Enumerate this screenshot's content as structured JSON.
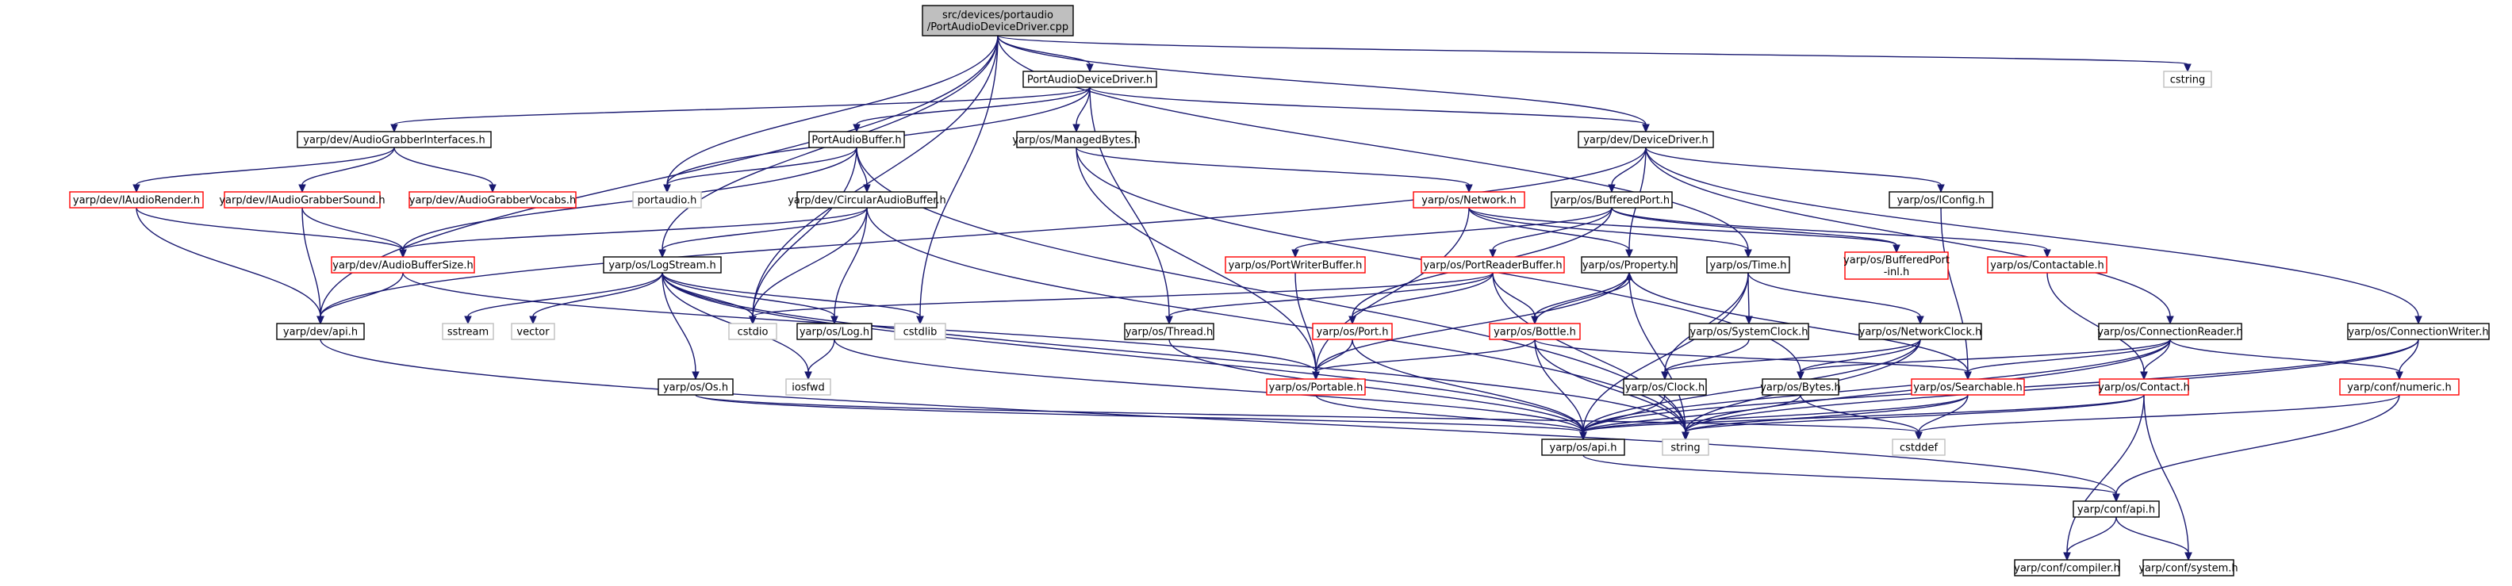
{
  "graph": {
    "title": "src/devices/portaudio/PortAudioDeviceDriver.cpp include dependency graph",
    "colors": {
      "edge": "#191970",
      "node_black": "#000000",
      "node_red": "#ff0000",
      "node_gray": "#bfbfbf",
      "root_fill": "#bfbfbf"
    },
    "nodes": [
      {
        "id": "root",
        "lines": [
          "src/devices/portaudio",
          "/PortAudioDeviceDriver.cpp"
        ],
        "style": "root"
      },
      {
        "id": "padh",
        "lines": [
          "PortAudioDeviceDriver.h"
        ],
        "style": "black"
      },
      {
        "id": "cstring",
        "lines": [
          "cstring"
        ],
        "style": "gray"
      },
      {
        "id": "agi",
        "lines": [
          "yarp/dev/AudioGrabberInterfaces.h"
        ],
        "style": "black"
      },
      {
        "id": "pab",
        "lines": [
          "PortAudioBuffer.h"
        ],
        "style": "black"
      },
      {
        "id": "mb",
        "lines": [
          "yarp/os/ManagedBytes.h"
        ],
        "style": "black"
      },
      {
        "id": "dd",
        "lines": [
          "yarp/dev/DeviceDriver.h"
        ],
        "style": "black"
      },
      {
        "id": "iar",
        "lines": [
          "yarp/dev/IAudioRender.h"
        ],
        "style": "red"
      },
      {
        "id": "iags",
        "lines": [
          "yarp/dev/IAudioGrabberSound.h"
        ],
        "style": "red"
      },
      {
        "id": "agv",
        "lines": [
          "yarp/dev/AudioGrabberVocabs.h"
        ],
        "style": "red"
      },
      {
        "id": "portaudio",
        "lines": [
          "portaudio.h"
        ],
        "style": "gray"
      },
      {
        "id": "cab",
        "lines": [
          "yarp/dev/CircularAudioBuffer.h"
        ],
        "style": "black"
      },
      {
        "id": "net",
        "lines": [
          "yarp/os/Network.h"
        ],
        "style": "red"
      },
      {
        "id": "bp",
        "lines": [
          "yarp/os/BufferedPort.h"
        ],
        "style": "black"
      },
      {
        "id": "iconfig",
        "lines": [
          "yarp/os/IConfig.h"
        ],
        "style": "black"
      },
      {
        "id": "abs",
        "lines": [
          "yarp/dev/AudioBufferSize.h"
        ],
        "style": "red"
      },
      {
        "id": "ls",
        "lines": [
          "yarp/os/LogStream.h"
        ],
        "style": "black"
      },
      {
        "id": "pwb",
        "lines": [
          "yarp/os/PortWriterBuffer.h"
        ],
        "style": "red"
      },
      {
        "id": "prb",
        "lines": [
          "yarp/os/PortReaderBuffer.h"
        ],
        "style": "red"
      },
      {
        "id": "prop",
        "lines": [
          "yarp/os/Property.h"
        ],
        "style": "black"
      },
      {
        "id": "time",
        "lines": [
          "yarp/os/Time.h"
        ],
        "style": "black"
      },
      {
        "id": "bpinl",
        "lines": [
          "yarp/os/BufferedPort",
          "-inl.h"
        ],
        "style": "red"
      },
      {
        "id": "contactable",
        "lines": [
          "yarp/os/Contactable.h"
        ],
        "style": "red"
      },
      {
        "id": "devapi",
        "lines": [
          "yarp/dev/api.h"
        ],
        "style": "black"
      },
      {
        "id": "sstream",
        "lines": [
          "sstream"
        ],
        "style": "gray"
      },
      {
        "id": "vector",
        "lines": [
          "vector"
        ],
        "style": "gray"
      },
      {
        "id": "cstdio",
        "lines": [
          "cstdio"
        ],
        "style": "gray"
      },
      {
        "id": "log",
        "lines": [
          "yarp/os/Log.h"
        ],
        "style": "black"
      },
      {
        "id": "cstdlib",
        "lines": [
          "cstdlib"
        ],
        "style": "gray"
      },
      {
        "id": "thread",
        "lines": [
          "yarp/os/Thread.h"
        ],
        "style": "black"
      },
      {
        "id": "port",
        "lines": [
          "yarp/os/Port.h"
        ],
        "style": "red"
      },
      {
        "id": "bottle",
        "lines": [
          "yarp/os/Bottle.h"
        ],
        "style": "red"
      },
      {
        "id": "sysclock",
        "lines": [
          "yarp/os/SystemClock.h"
        ],
        "style": "black"
      },
      {
        "id": "netclock",
        "lines": [
          "yarp/os/NetworkClock.h"
        ],
        "style": "black"
      },
      {
        "id": "connreader",
        "lines": [
          "yarp/os/ConnectionReader.h"
        ],
        "style": "black"
      },
      {
        "id": "connwriter",
        "lines": [
          "yarp/os/ConnectionWriter.h"
        ],
        "style": "black"
      },
      {
        "id": "iosfwd",
        "lines": [
          "iosfwd"
        ],
        "style": "gray"
      },
      {
        "id": "portable",
        "lines": [
          "yarp/os/Portable.h"
        ],
        "style": "red"
      },
      {
        "id": "os",
        "lines": [
          "yarp/os/Os.h"
        ],
        "style": "black"
      },
      {
        "id": "clock",
        "lines": [
          "yarp/os/Clock.h"
        ],
        "style": "black"
      },
      {
        "id": "bytes",
        "lines": [
          "yarp/os/Bytes.h"
        ],
        "style": "black"
      },
      {
        "id": "searchable",
        "lines": [
          "yarp/os/Searchable.h"
        ],
        "style": "red"
      },
      {
        "id": "contact",
        "lines": [
          "yarp/os/Contact.h"
        ],
        "style": "red"
      },
      {
        "id": "numeric",
        "lines": [
          "yarp/conf/numeric.h"
        ],
        "style": "red"
      },
      {
        "id": "osapi",
        "lines": [
          "yarp/os/api.h"
        ],
        "style": "black"
      },
      {
        "id": "string",
        "lines": [
          "string"
        ],
        "style": "gray"
      },
      {
        "id": "cstddef",
        "lines": [
          "cstddef"
        ],
        "style": "gray"
      },
      {
        "id": "confapi",
        "lines": [
          "yarp/conf/api.h"
        ],
        "style": "black"
      },
      {
        "id": "compiler",
        "lines": [
          "yarp/conf/compiler.h"
        ],
        "style": "black"
      },
      {
        "id": "system",
        "lines": [
          "yarp/conf/system.h"
        ],
        "style": "black"
      }
    ],
    "edges": [
      [
        "root",
        "padh"
      ],
      [
        "root",
        "cstring"
      ],
      [
        "root",
        "dd"
      ],
      [
        "root",
        "ls"
      ],
      [
        "root",
        "portaudio"
      ],
      [
        "root",
        "devapi"
      ],
      [
        "root",
        "cstdio"
      ],
      [
        "root",
        "cstdlib"
      ],
      [
        "root",
        "time"
      ],
      [
        "padh",
        "agi"
      ],
      [
        "padh",
        "pab"
      ],
      [
        "padh",
        "mb"
      ],
      [
        "padh",
        "dd"
      ],
      [
        "padh",
        "portaudio"
      ],
      [
        "padh",
        "thread"
      ],
      [
        "agi",
        "iar"
      ],
      [
        "agi",
        "iags"
      ],
      [
        "agi",
        "agv"
      ],
      [
        "iar",
        "abs"
      ],
      [
        "iar",
        "devapi"
      ],
      [
        "iags",
        "abs"
      ],
      [
        "iags",
        "devapi"
      ],
      [
        "pab",
        "portaudio"
      ],
      [
        "pab",
        "cab"
      ],
      [
        "pab",
        "abs"
      ],
      [
        "pab",
        "cstdio"
      ],
      [
        "pab",
        "string"
      ],
      [
        "mb",
        "net"
      ],
      [
        "mb",
        "portable"
      ],
      [
        "mb",
        "bytes"
      ],
      [
        "dd",
        "bp"
      ],
      [
        "dd",
        "iconfig"
      ],
      [
        "dd",
        "prop"
      ],
      [
        "dd",
        "connreader"
      ],
      [
        "dd",
        "connwriter"
      ],
      [
        "dd",
        "devapi"
      ],
      [
        "cab",
        "abs"
      ],
      [
        "cab",
        "ls"
      ],
      [
        "cab",
        "log"
      ],
      [
        "cab",
        "cstdio"
      ],
      [
        "cab",
        "string"
      ],
      [
        "abs",
        "devapi"
      ],
      [
        "abs",
        "portable"
      ],
      [
        "net",
        "prop"
      ],
      [
        "net",
        "time"
      ],
      [
        "net",
        "bpinl"
      ],
      [
        "net",
        "portable"
      ],
      [
        "bp",
        "pwb"
      ],
      [
        "bp",
        "prb"
      ],
      [
        "bp",
        "port"
      ],
      [
        "bp",
        "bpinl"
      ],
      [
        "bp",
        "contactable"
      ],
      [
        "iconfig",
        "searchable"
      ],
      [
        "ls",
        "sstream"
      ],
      [
        "ls",
        "vector"
      ],
      [
        "ls",
        "cstdio"
      ],
      [
        "ls",
        "log"
      ],
      [
        "ls",
        "cstdlib"
      ],
      [
        "ls",
        "iosfwd"
      ],
      [
        "ls",
        "os"
      ],
      [
        "ls",
        "osapi"
      ],
      [
        "ls",
        "string"
      ],
      [
        "pwb",
        "portable"
      ],
      [
        "prb",
        "thread"
      ],
      [
        "prb",
        "port"
      ],
      [
        "prb",
        "bottle"
      ],
      [
        "prb",
        "cstdio"
      ],
      [
        "prb",
        "string"
      ],
      [
        "prop",
        "bottle"
      ],
      [
        "prop",
        "searchable"
      ],
      [
        "prop",
        "portable"
      ],
      [
        "prop",
        "string"
      ],
      [
        "time",
        "sysclock"
      ],
      [
        "time",
        "netclock"
      ],
      [
        "time",
        "clock"
      ],
      [
        "time",
        "osapi"
      ],
      [
        "contactable",
        "contact"
      ],
      [
        "devapi",
        "confapi"
      ],
      [
        "log",
        "iosfwd"
      ],
      [
        "log",
        "osapi"
      ],
      [
        "thread",
        "osapi"
      ],
      [
        "port",
        "portable"
      ],
      [
        "port",
        "osapi"
      ],
      [
        "bottle",
        "prop"
      ],
      [
        "bottle",
        "portable"
      ],
      [
        "bottle",
        "searchable"
      ],
      [
        "bottle",
        "osapi"
      ],
      [
        "bottle",
        "string"
      ],
      [
        "sysclock",
        "clock"
      ],
      [
        "netclock",
        "clock"
      ],
      [
        "netclock",
        "bytes"
      ],
      [
        "netclock",
        "osapi"
      ],
      [
        "netclock",
        "string"
      ],
      [
        "connreader",
        "contact"
      ],
      [
        "connreader",
        "searchable"
      ],
      [
        "connreader",
        "numeric"
      ],
      [
        "connreader",
        "osapi"
      ],
      [
        "connreader",
        "bytes"
      ],
      [
        "connreader",
        "string"
      ],
      [
        "connwriter",
        "numeric"
      ],
      [
        "connwriter",
        "osapi"
      ],
      [
        "connwriter",
        "string"
      ],
      [
        "portable",
        "osapi"
      ],
      [
        "os",
        "osapi"
      ],
      [
        "os",
        "cstddef"
      ],
      [
        "clock",
        "osapi"
      ],
      [
        "bytes",
        "cstddef"
      ],
      [
        "bytes",
        "osapi"
      ],
      [
        "searchable",
        "osapi"
      ],
      [
        "searchable",
        "string"
      ],
      [
        "searchable",
        "cstddef"
      ],
      [
        "contact",
        "osapi"
      ],
      [
        "contact",
        "string"
      ],
      [
        "contact",
        "compiler"
      ],
      [
        "contact",
        "system"
      ],
      [
        "numeric",
        "cstddef"
      ],
      [
        "numeric",
        "confapi"
      ],
      [
        "osapi",
        "confapi"
      ],
      [
        "confapi",
        "compiler"
      ],
      [
        "confapi",
        "system"
      ]
    ]
  }
}
